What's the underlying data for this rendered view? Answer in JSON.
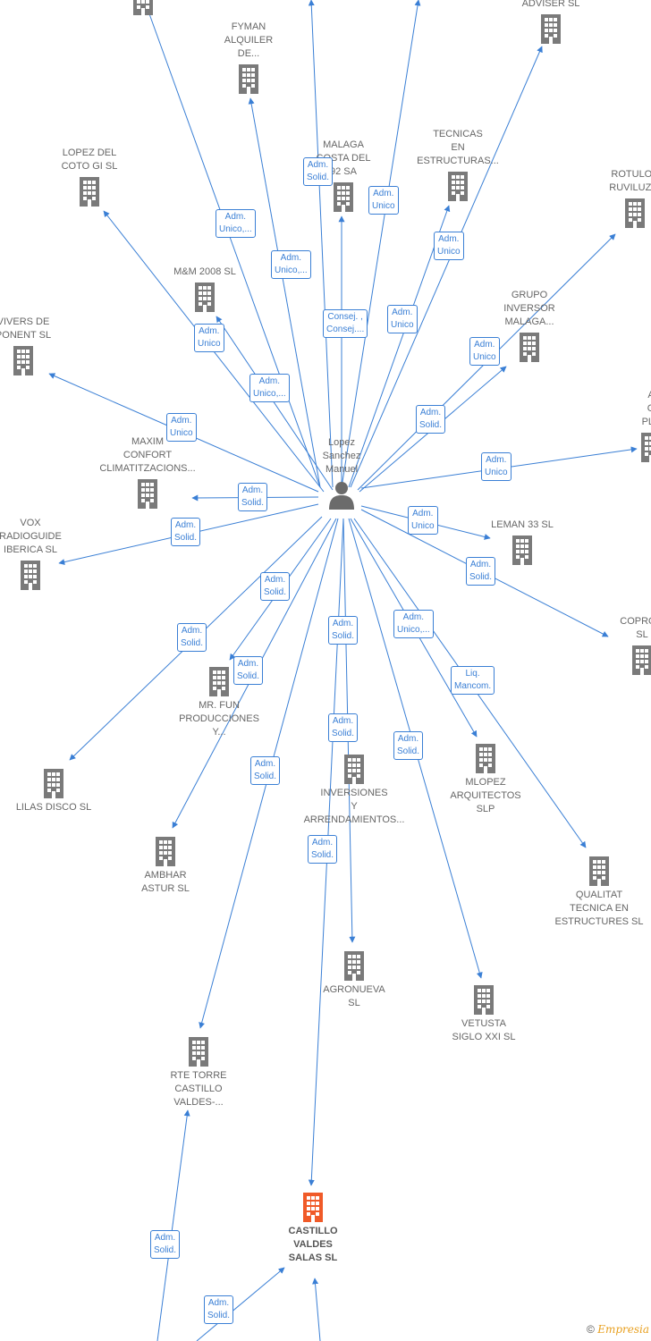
{
  "person": {
    "name": "Lopez\nSanchez\nManuel"
  },
  "companies": [
    {
      "name": "",
      "main": false
    },
    {
      "name": "FYMAN\nALQUILER\nDE...",
      "main": false
    },
    {
      "name": "ADVISER  SL",
      "main": false
    },
    {
      "name": "LOPEZ DEL\nCOTO GI  SL",
      "main": false
    },
    {
      "name": "MALAGA\nCOSTA DEL\n92 SA",
      "main": false
    },
    {
      "name": "TECNICAS\nEN\nESTRUCTURAS...",
      "main": false
    },
    {
      "name": "ROTULOS\nRUVILUZ S",
      "main": false
    },
    {
      "name": "M&M 2008 SL",
      "main": false
    },
    {
      "name": "GRUPO\nINVERSOR\nMALAGA...",
      "main": false
    },
    {
      "name": "VIVERS DE\nPONENT SL",
      "main": false
    },
    {
      "name": "A\nO\nPLA",
      "main": false
    },
    {
      "name": "MAXIM\nCONFORT\nCLIMATITZACIONS...",
      "main": false
    },
    {
      "name": "VOX\nRADIOGUIDE\nIBERICA SL",
      "main": false
    },
    {
      "name": "LEMAN 33 SL",
      "main": false
    },
    {
      "name": "COPROM\nSL",
      "main": false
    },
    {
      "name": "MR.  FUN\nPRODUCCIONES\nY...",
      "main": false
    },
    {
      "name": "LILAS DISCO  SL",
      "main": false
    },
    {
      "name": "INVERSIONES\nY\nARRENDAMIENTOS...",
      "main": false
    },
    {
      "name": "MLOPEZ\nARQUITECTOS\nSLP",
      "main": false
    },
    {
      "name": "AMBHAR\nASTUR SL",
      "main": false
    },
    {
      "name": "QUALITAT\nTECNICA EN\nESTRUCTURES SL",
      "main": false
    },
    {
      "name": "AGRONUEVA\nSL",
      "main": false
    },
    {
      "name": "VETUSTA\nSIGLO XXI  SL",
      "main": false
    },
    {
      "name": "RTE TORRE\nCASTILLO\nVALDES-...",
      "main": false
    },
    {
      "name": "CASTILLO\nVALDES\nSALAS  SL",
      "main": true
    }
  ],
  "edge_labels": [
    "Adm.\nUnico,...",
    "Adm.\nUnico,...",
    "Adm.\nSolid.",
    "Adm.\nUnico",
    "Adm.\nUnico",
    "Consej. ,\nConsej....",
    "Adm.\nUnico",
    "Adm.\nUnico",
    "Adm.\nUnico",
    "Adm.\nUnico,...",
    "Adm.\nSolid.",
    "Adm.\nUnico",
    "Adm.\nUnico",
    "Adm.\nSolid.",
    "Adm.\nSolid.",
    "Adm.\nUnico",
    "Adm.\nSolid.",
    "Adm.\nSolid.",
    "Adm.\nSolid.",
    "Adm.\nSolid.",
    "Adm.\nUnico,...",
    "Liq.\nMancom.",
    "Adm.\nSolid.",
    "Adm.\nSolid.",
    "Adm.\nSolid.",
    "Adm.\nSolid.",
    "Adm.\nSolid.",
    "Adm.\nSolid.",
    "Adm.\nSolid."
  ],
  "colors": {
    "edge": "#3a7fd5",
    "building": "#7a7a7a",
    "main_building": "#f05a28"
  },
  "credit": {
    "copyright": "©",
    "brand": "Empresia"
  }
}
